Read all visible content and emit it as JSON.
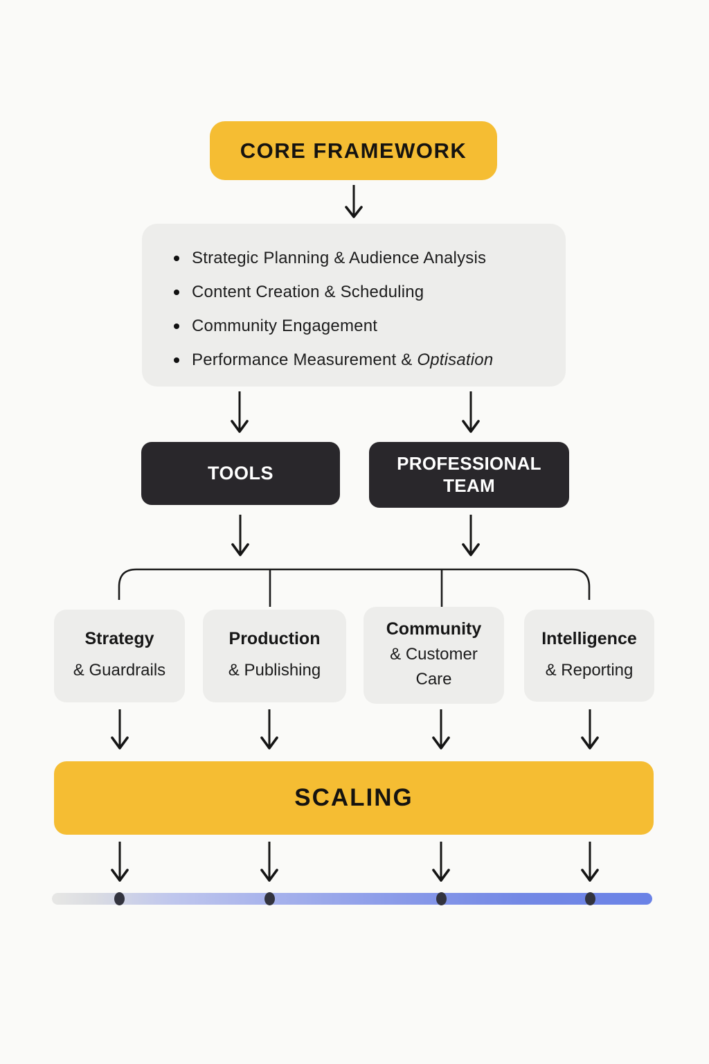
{
  "palette": {
    "background": "#FAFAF8",
    "accent_yellow": "#F5BD33",
    "dark_box": "#29272B",
    "light_gray_box": "#EDEDEB",
    "text_dark": "#171717",
    "text_light": "#FFFFFF",
    "arrow": "#151515",
    "timeline_gradient_start": "#E7E7E5",
    "timeline_gradient_end": "#6A82E6",
    "timeline_dot": "#32333E"
  },
  "core_box": {
    "label": "CORE FRAMEWORK"
  },
  "framework_list": {
    "items": [
      {
        "text": "Strategic Planning & Audience Analysis",
        "italic": ""
      },
      {
        "text": "Content Creation & Scheduling",
        "italic": ""
      },
      {
        "text": "Community Engagement",
        "italic": ""
      },
      {
        "text": "Performance Measurement & ",
        "italic": "Optisation"
      }
    ]
  },
  "branch_boxes": [
    {
      "label": "TOOLS"
    },
    {
      "label": "PROFESSIONAL TEAM"
    }
  ],
  "pillar_boxes": [
    {
      "title": "Strategy",
      "subtitle": "& Guardrails"
    },
    {
      "title": "Production",
      "subtitle": "& Publishing"
    },
    {
      "title": "Community",
      "subtitle": "& Customer Care"
    },
    {
      "title": "Intelligence",
      "subtitle": "& Reporting"
    }
  ],
  "scaling_box": {
    "label": "SCALING"
  },
  "timeline": {
    "dots": 4
  }
}
